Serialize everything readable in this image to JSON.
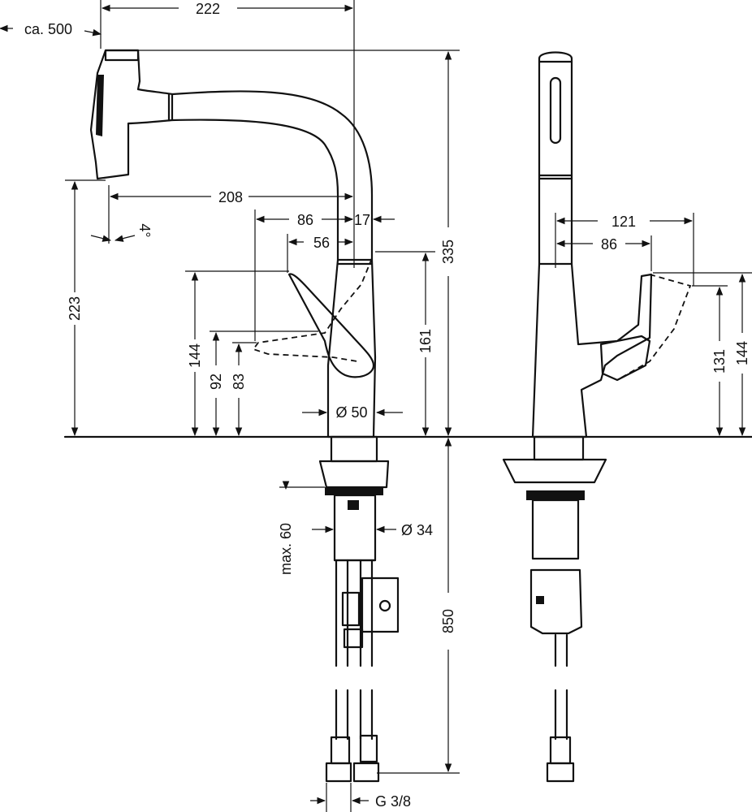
{
  "dimensions": {
    "spout_reach_pullout": "ca. 500",
    "spout_reach": "222",
    "height_to_aerator_front": "208",
    "aerator_tilt": "4°",
    "lever_reach_front": "86",
    "spout_offset": "17",
    "lever_reach_dashed": "56",
    "total_height": "335",
    "spout_height": "223",
    "lever_height_front": "144",
    "lever_low_92": "92",
    "lever_low_83": "83",
    "body_height": "161",
    "body_diameter": "Ø 50",
    "lever_reach_side_121": "121",
    "lever_reach_side_86": "86",
    "side_lever_131": "131",
    "side_lever_144": "144",
    "max_countertop": "max. 60",
    "shank_diameter": "Ø 34",
    "hose_length": "850",
    "thread": "G 3/8"
  }
}
